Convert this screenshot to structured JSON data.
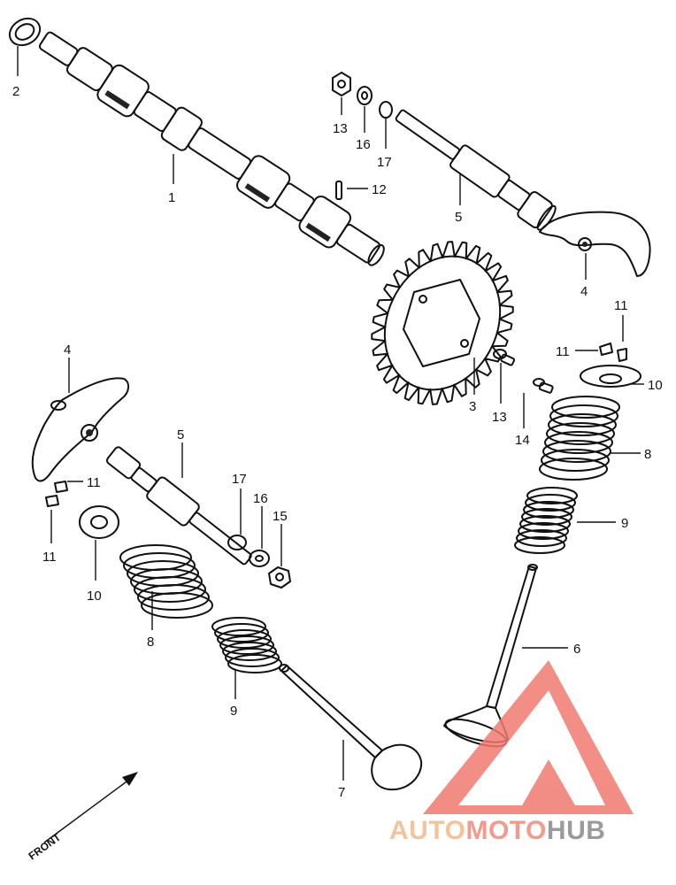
{
  "callouts": [
    {
      "id": "c1",
      "text": "1"
    },
    {
      "id": "c2",
      "text": "2"
    },
    {
      "id": "c3",
      "text": "3"
    },
    {
      "id": "c4a",
      "text": "4"
    },
    {
      "id": "c4b",
      "text": "4"
    },
    {
      "id": "c5a",
      "text": "5"
    },
    {
      "id": "c5b",
      "text": "5"
    },
    {
      "id": "c6",
      "text": "6"
    },
    {
      "id": "c7",
      "text": "7"
    },
    {
      "id": "c8a",
      "text": "8"
    },
    {
      "id": "c8b",
      "text": "8"
    },
    {
      "id": "c9a",
      "text": "9"
    },
    {
      "id": "c9b",
      "text": "9"
    },
    {
      "id": "c10a",
      "text": "10"
    },
    {
      "id": "c10b",
      "text": "10"
    },
    {
      "id": "c11a",
      "text": "11"
    },
    {
      "id": "c11b",
      "text": "11"
    },
    {
      "id": "c11c",
      "text": "11"
    },
    {
      "id": "c11d",
      "text": "11"
    },
    {
      "id": "c12",
      "text": "12"
    },
    {
      "id": "c13a",
      "text": "13"
    },
    {
      "id": "c13b",
      "text": "13"
    },
    {
      "id": "c14",
      "text": "14"
    },
    {
      "id": "c15",
      "text": "15"
    },
    {
      "id": "c16a",
      "text": "16"
    },
    {
      "id": "c16b",
      "text": "16"
    },
    {
      "id": "c17a",
      "text": "17"
    },
    {
      "id": "c17b",
      "text": "17"
    }
  ],
  "front_label": "FRONT",
  "watermark": {
    "part1": "AUTO",
    "part2": "MOTO",
    "part3": "HUB",
    "color1": "#f2b98a",
    "color2": "#f08a7a",
    "color3": "#8a8a8a",
    "triangle_color": "#f07a70"
  }
}
